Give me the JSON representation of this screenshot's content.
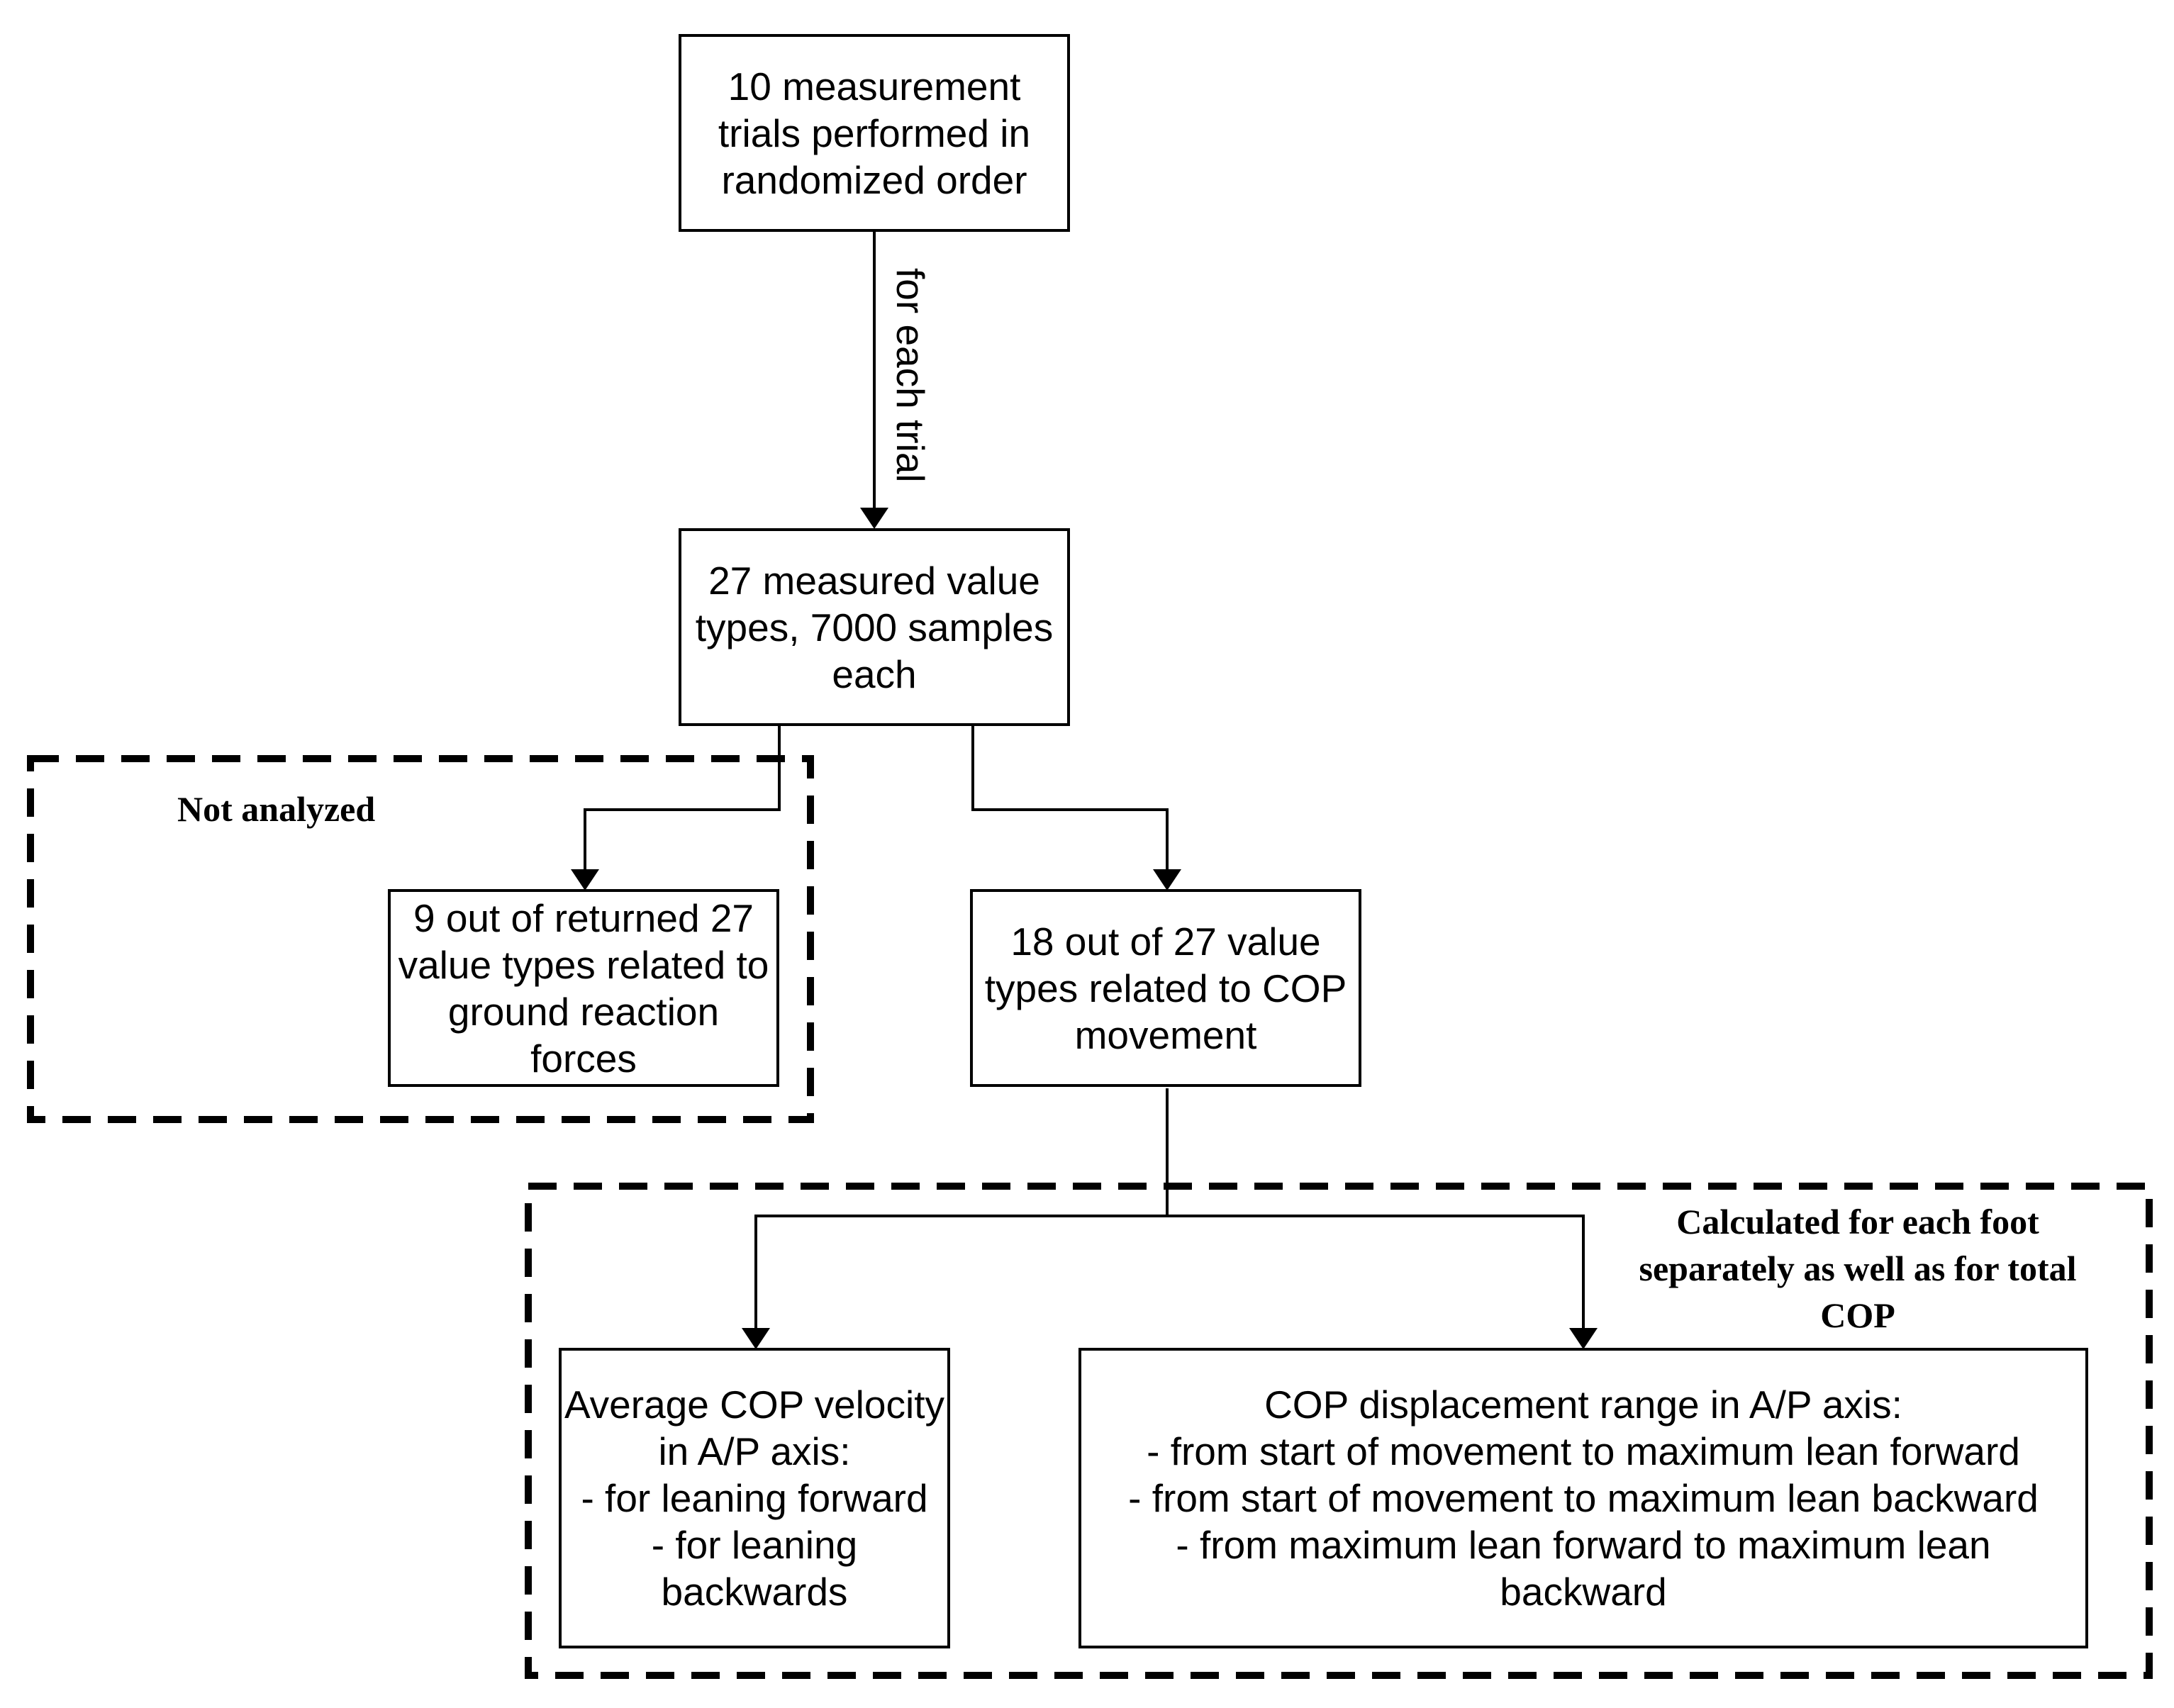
{
  "nodes": {
    "trials": [
      "10 measurement",
      "trials performed in",
      "randomized order"
    ],
    "measured": [
      "27 measured value",
      "types, 7000 samples",
      "each"
    ],
    "grf": [
      "9 out of returned 27",
      "value types related to",
      "ground reaction",
      "forces"
    ],
    "cop": [
      "18 out of 27 value",
      "types related to COP",
      "movement"
    ],
    "velocity": [
      "Average COP velocity",
      "in A/P axis:",
      "- for leaning forward",
      "- for leaning",
      "backwards"
    ],
    "displacement": [
      "COP displacement range in A/P axis:",
      "- from start of movement to maximum lean forward",
      "- from start of movement to maximum lean backward",
      "- from maximum lean forward to maximum lean",
      "backward"
    ]
  },
  "edges": {
    "trials_to_measured": "for each trial"
  },
  "groups": {
    "not_analyzed": "Not analyzed",
    "calculated": [
      "Calculated  for each foot",
      "separately as well as for total",
      "COP"
    ]
  }
}
